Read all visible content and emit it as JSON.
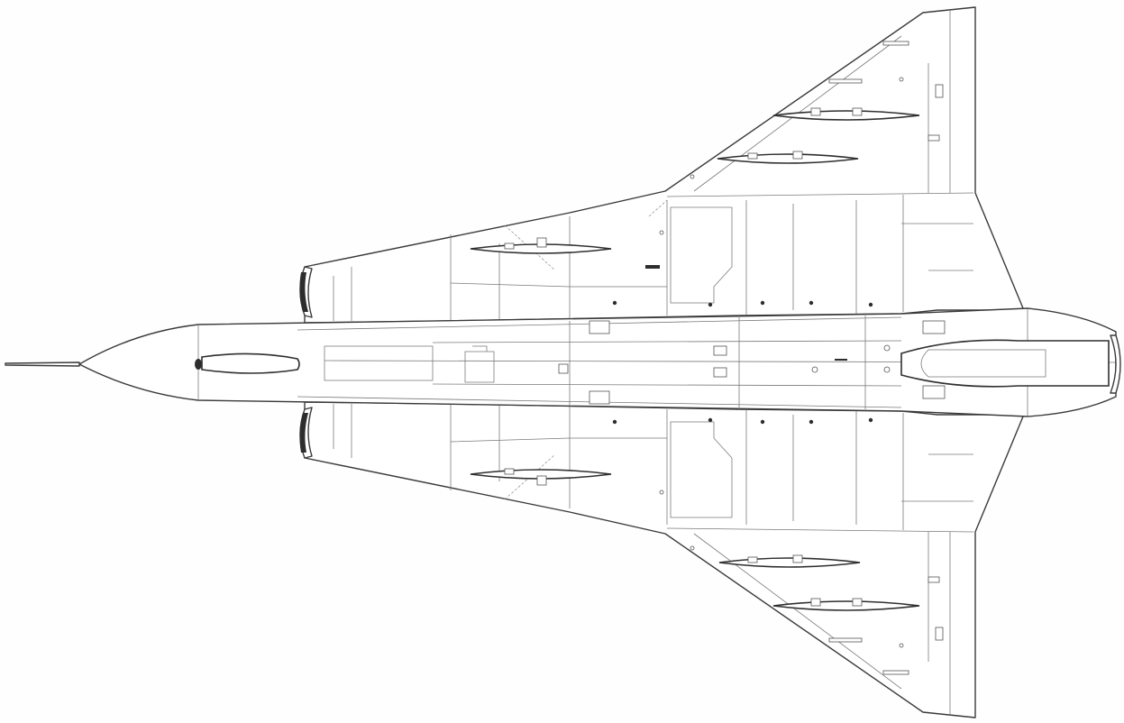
{
  "drawing": {
    "subject": "delta-wing-interceptor-planform",
    "view": "top",
    "line_color": "#3a3a3a",
    "panel_color": "#7a7a7a",
    "background": "#fefefe"
  },
  "stores": {
    "upper_wing_count": 3,
    "lower_wing_count": 3,
    "type": "missile"
  }
}
